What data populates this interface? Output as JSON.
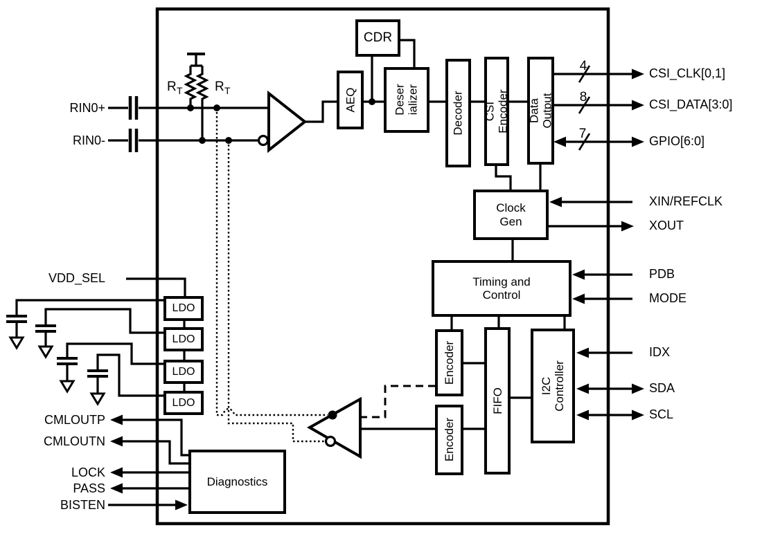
{
  "colors": {
    "ink": "#000000",
    "background": "#ffffff"
  },
  "chip": {
    "blocks": {
      "cdr": "CDR",
      "aeq": "AEQ",
      "deserializer": "Deser\nializer",
      "decoder": "Decoder",
      "csi_encoder": "CSI Encoder",
      "data_output": "Data Output",
      "clock_gen": "Clock\nGen",
      "timing_control": "Timing and\nControl",
      "encoder_top": "Encoder",
      "encoder_bottom": "Encoder",
      "fifo": "FIFO",
      "i2c_controller": "I2C\nController",
      "ldo": [
        "LDO",
        "LDO",
        "LDO",
        "LDO"
      ],
      "diagnostics": "Diagnostics"
    },
    "termination": {
      "r_left": "R",
      "r_left_sub": "T",
      "r_right": "R",
      "r_right_sub": "T"
    }
  },
  "pins": {
    "left": {
      "rin0p": "RIN0+",
      "rin0n": "RIN0-",
      "vdd_sel": "VDD_SEL",
      "cmloutp": "CMLOUTP",
      "cmloutn": "CMLOUTN",
      "lock": "LOCK",
      "pass": "PASS",
      "bisten": "BISTEN"
    },
    "right": {
      "csi_clk": "CSI_CLK[0,1]",
      "csi_data": "CSI_DATA[3:0]",
      "gpio": "GPIO[6:0]",
      "xin_refclk": "XIN/REFCLK",
      "xout": "XOUT",
      "pdb": "PDB",
      "mode": "MODE",
      "idx": "IDX",
      "sda": "SDA",
      "scl": "SCL"
    }
  },
  "bus_widths": {
    "csi_clk": "4",
    "csi_data": "8",
    "gpio": "7"
  }
}
